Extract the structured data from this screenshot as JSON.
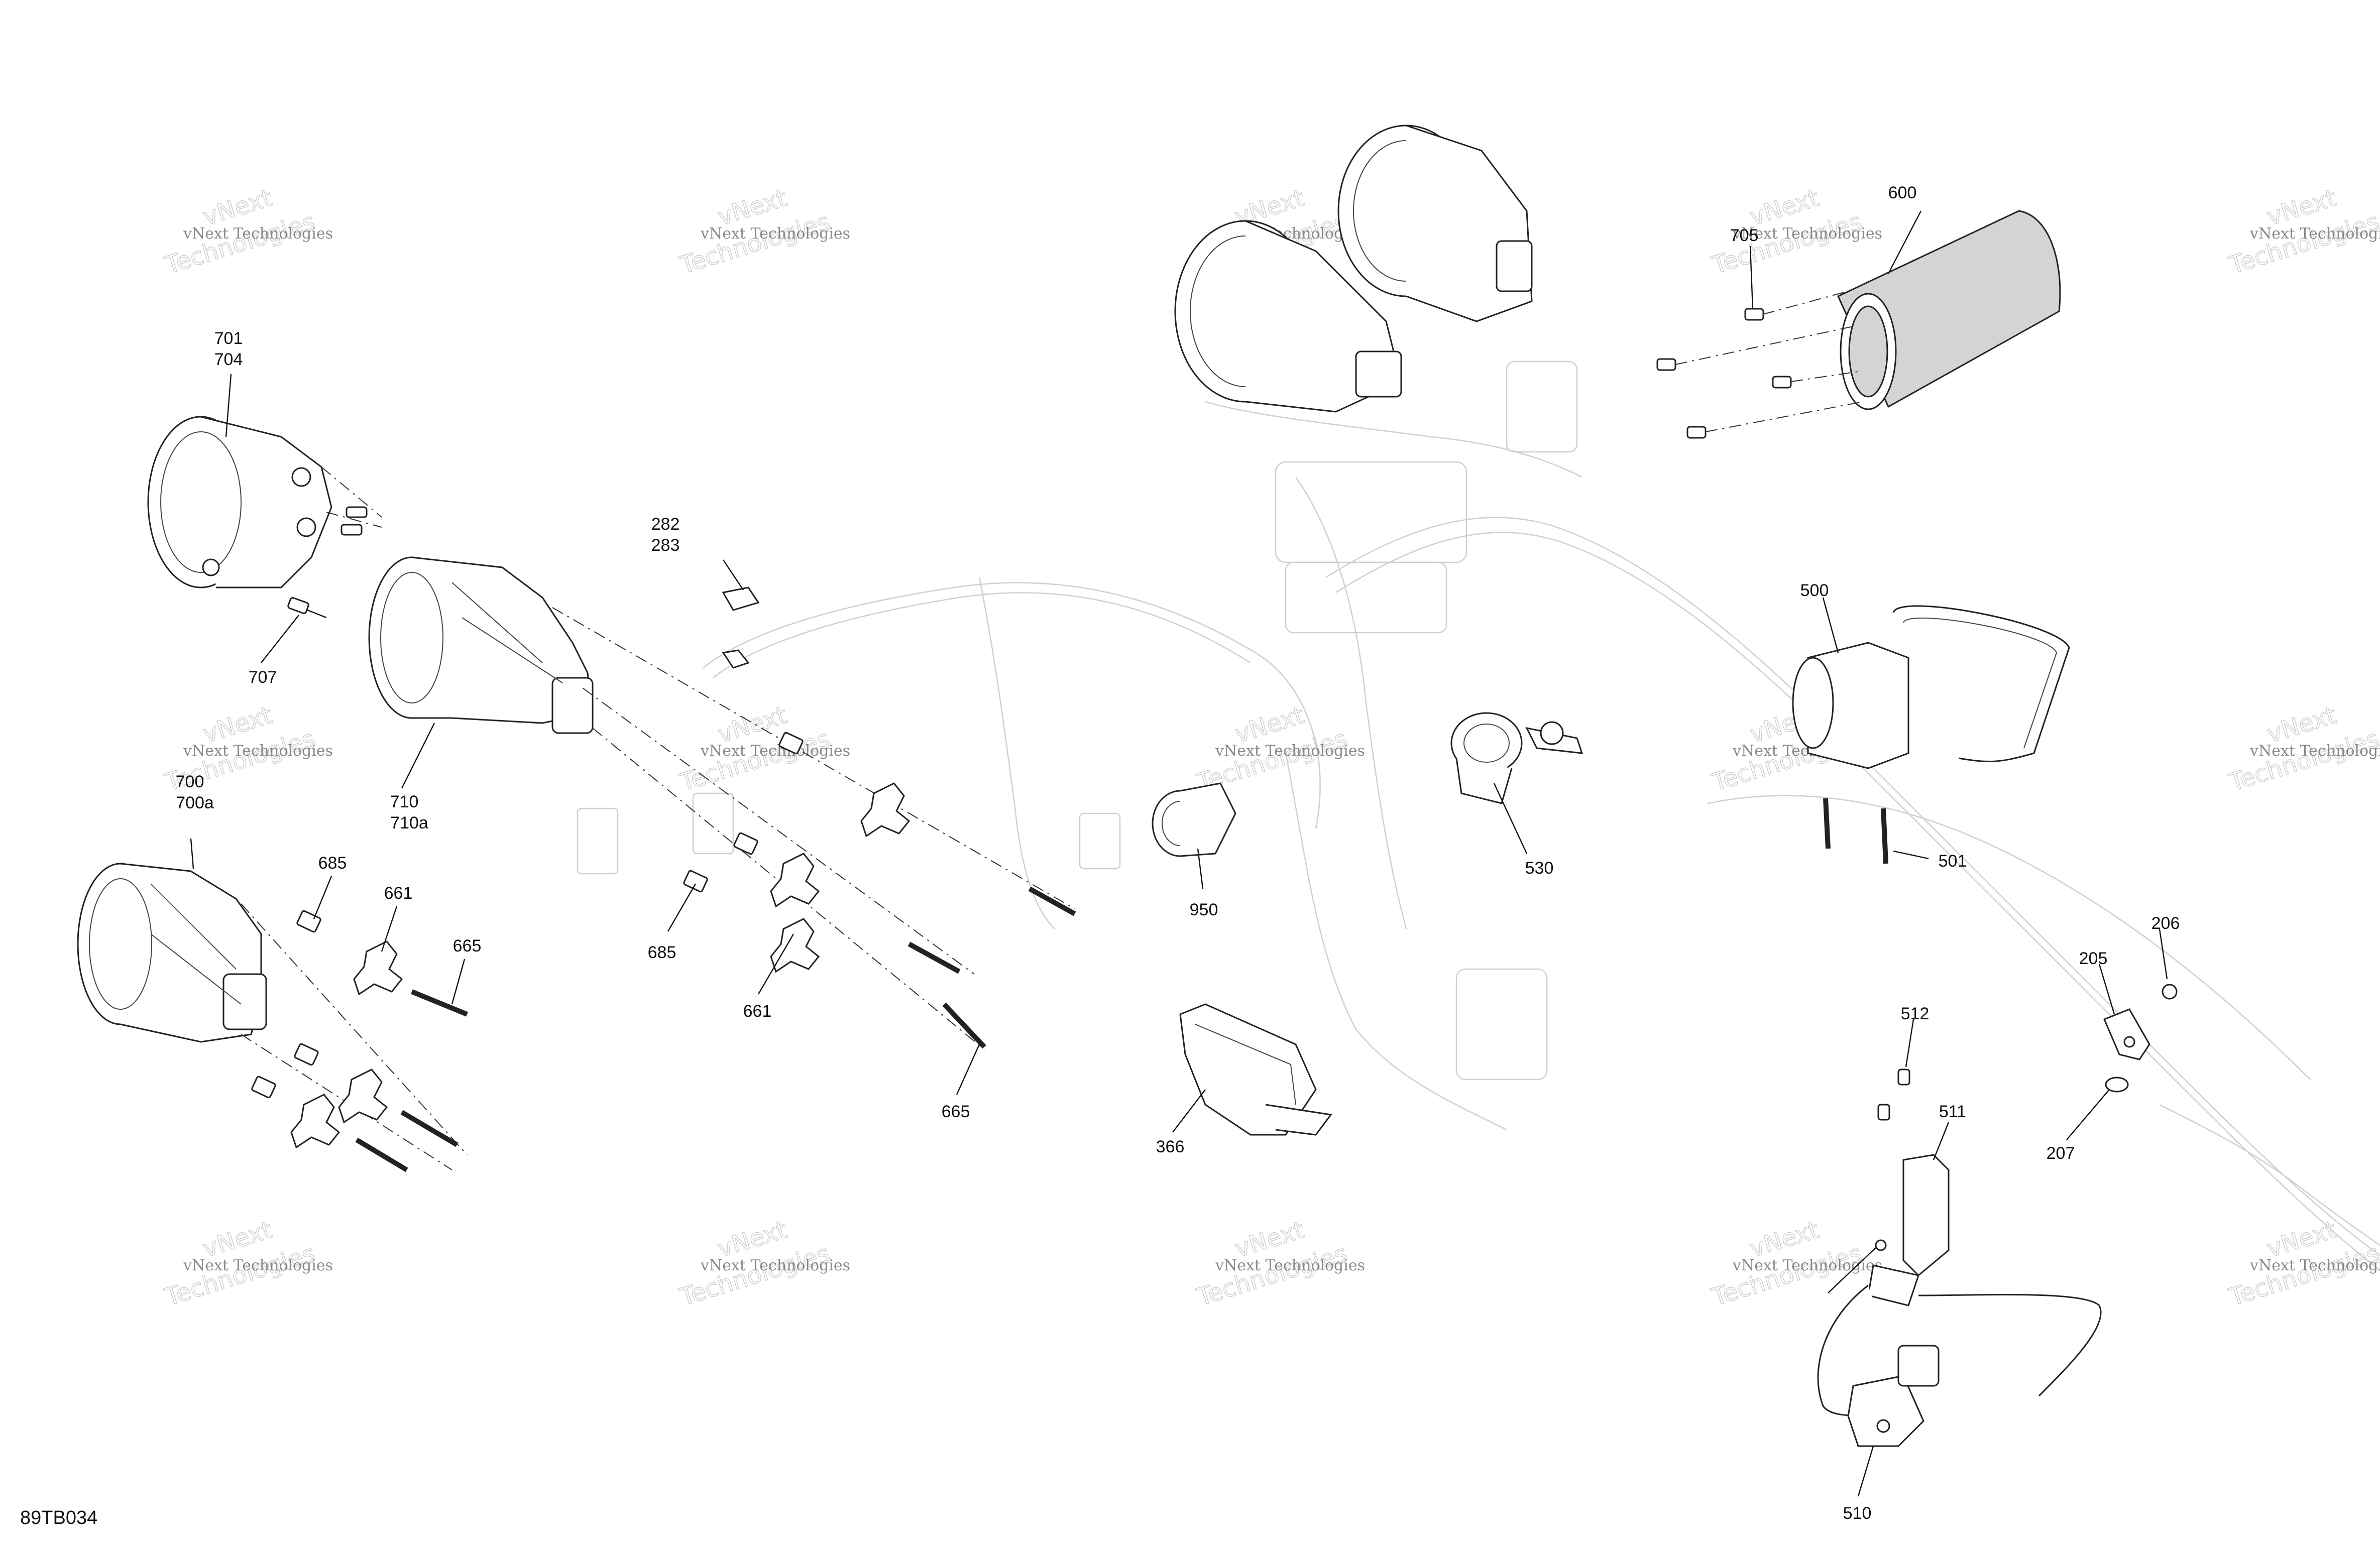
{
  "diagram_code": "89TB034",
  "watermark": {
    "line1": "vNext Technologies",
    "line2": "vNext",
    "line3": "Technologies"
  },
  "callouts": {
    "c701": "701",
    "c704": "704",
    "c707": "707",
    "c282": "282",
    "c283": "283",
    "c710": "710",
    "c710a": "710a",
    "c700": "700",
    "c700a": "700a",
    "c685a": "685",
    "c661a": "661",
    "c665a": "665",
    "c685b": "685",
    "c661b": "661",
    "c665b": "665",
    "c950": "950",
    "c530": "530",
    "c366": "366",
    "c705": "705",
    "c600": "600",
    "c500": "500",
    "c501": "501",
    "c206": "206",
    "c205": "205",
    "c207": "207",
    "c512": "512",
    "c511": "511",
    "c510": "510"
  }
}
